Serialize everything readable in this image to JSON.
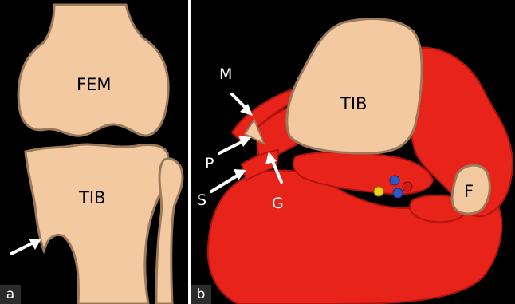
{
  "panel_a": {
    "letter": "a",
    "bone_labels": {
      "femur": "FEM",
      "tibia": "TIB"
    }
  },
  "panel_b": {
    "letter": "b",
    "bone_labels": {
      "tibia": "TIB",
      "fibula": "F"
    },
    "pointer_labels": {
      "m": "M",
      "p": "P",
      "s": "S",
      "g": "G"
    }
  },
  "colors": {
    "background": "#000000",
    "bone": "#f2c9a0",
    "bone_outline": "#9a7a5a",
    "muscle": "#e8231a",
    "muscle_dark": "#b3140e",
    "nerve_yellow": "#e8d21a",
    "vessel_blue": "#2a58c9",
    "vessel_red": "#d21a1a",
    "arrow": "#ffffff"
  }
}
